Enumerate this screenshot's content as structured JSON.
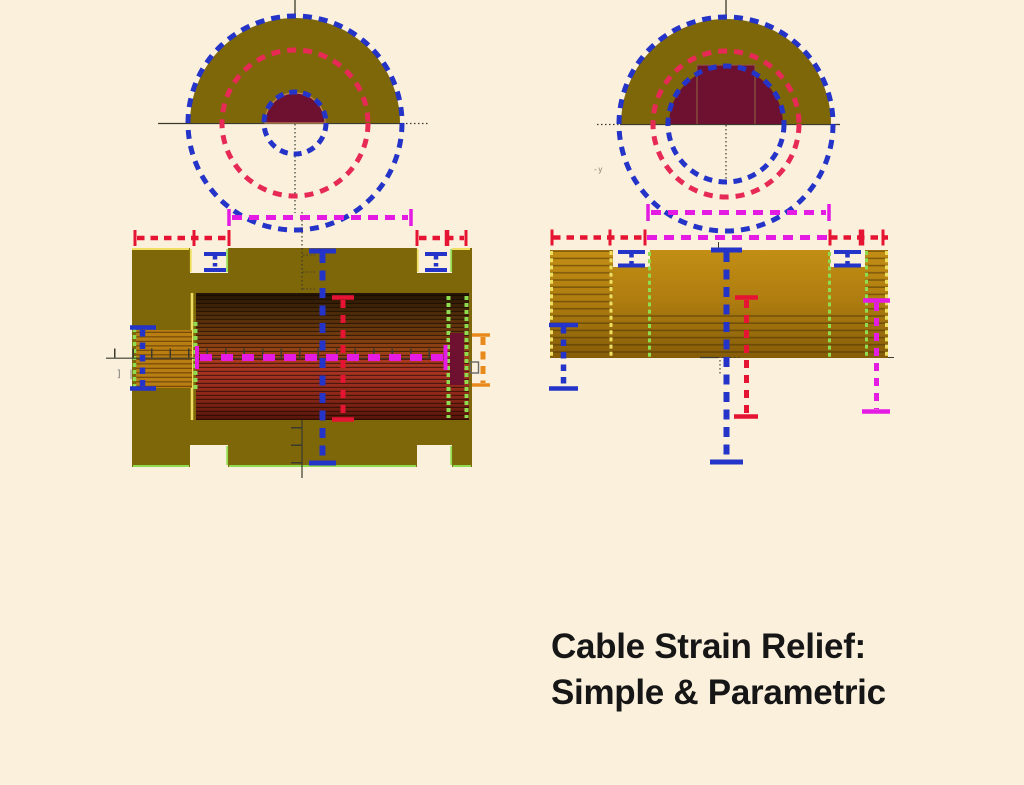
{
  "title": {
    "line1": "Cable Strain Relief:",
    "line2": "Simple & Parametric"
  },
  "annotations": {
    "axis_label_neg_y": "-y",
    "left_edge_glyph": "] |"
  },
  "colors": {
    "background": "#FBF0DC",
    "body_olive": "#7E6708",
    "body_gold_top": "#C28E14",
    "body_gold_bottom": "#855C08",
    "hole_maroon": "#6E1030",
    "stripe_dark": "#241402",
    "stripe_red": "#A83820",
    "stub_orange": "#B87E12",
    "dim_blue": "#2433C8",
    "dim_red": "#E51433",
    "circle_red": "#E62A55",
    "dim_magenta": "#E31BE3",
    "dim_orange": "#E8891C",
    "edge_green": "#8EDC50",
    "edge_yellow": "#EFDF60",
    "crosshair": "#3A3A2E",
    "title_text": "#161616"
  }
}
